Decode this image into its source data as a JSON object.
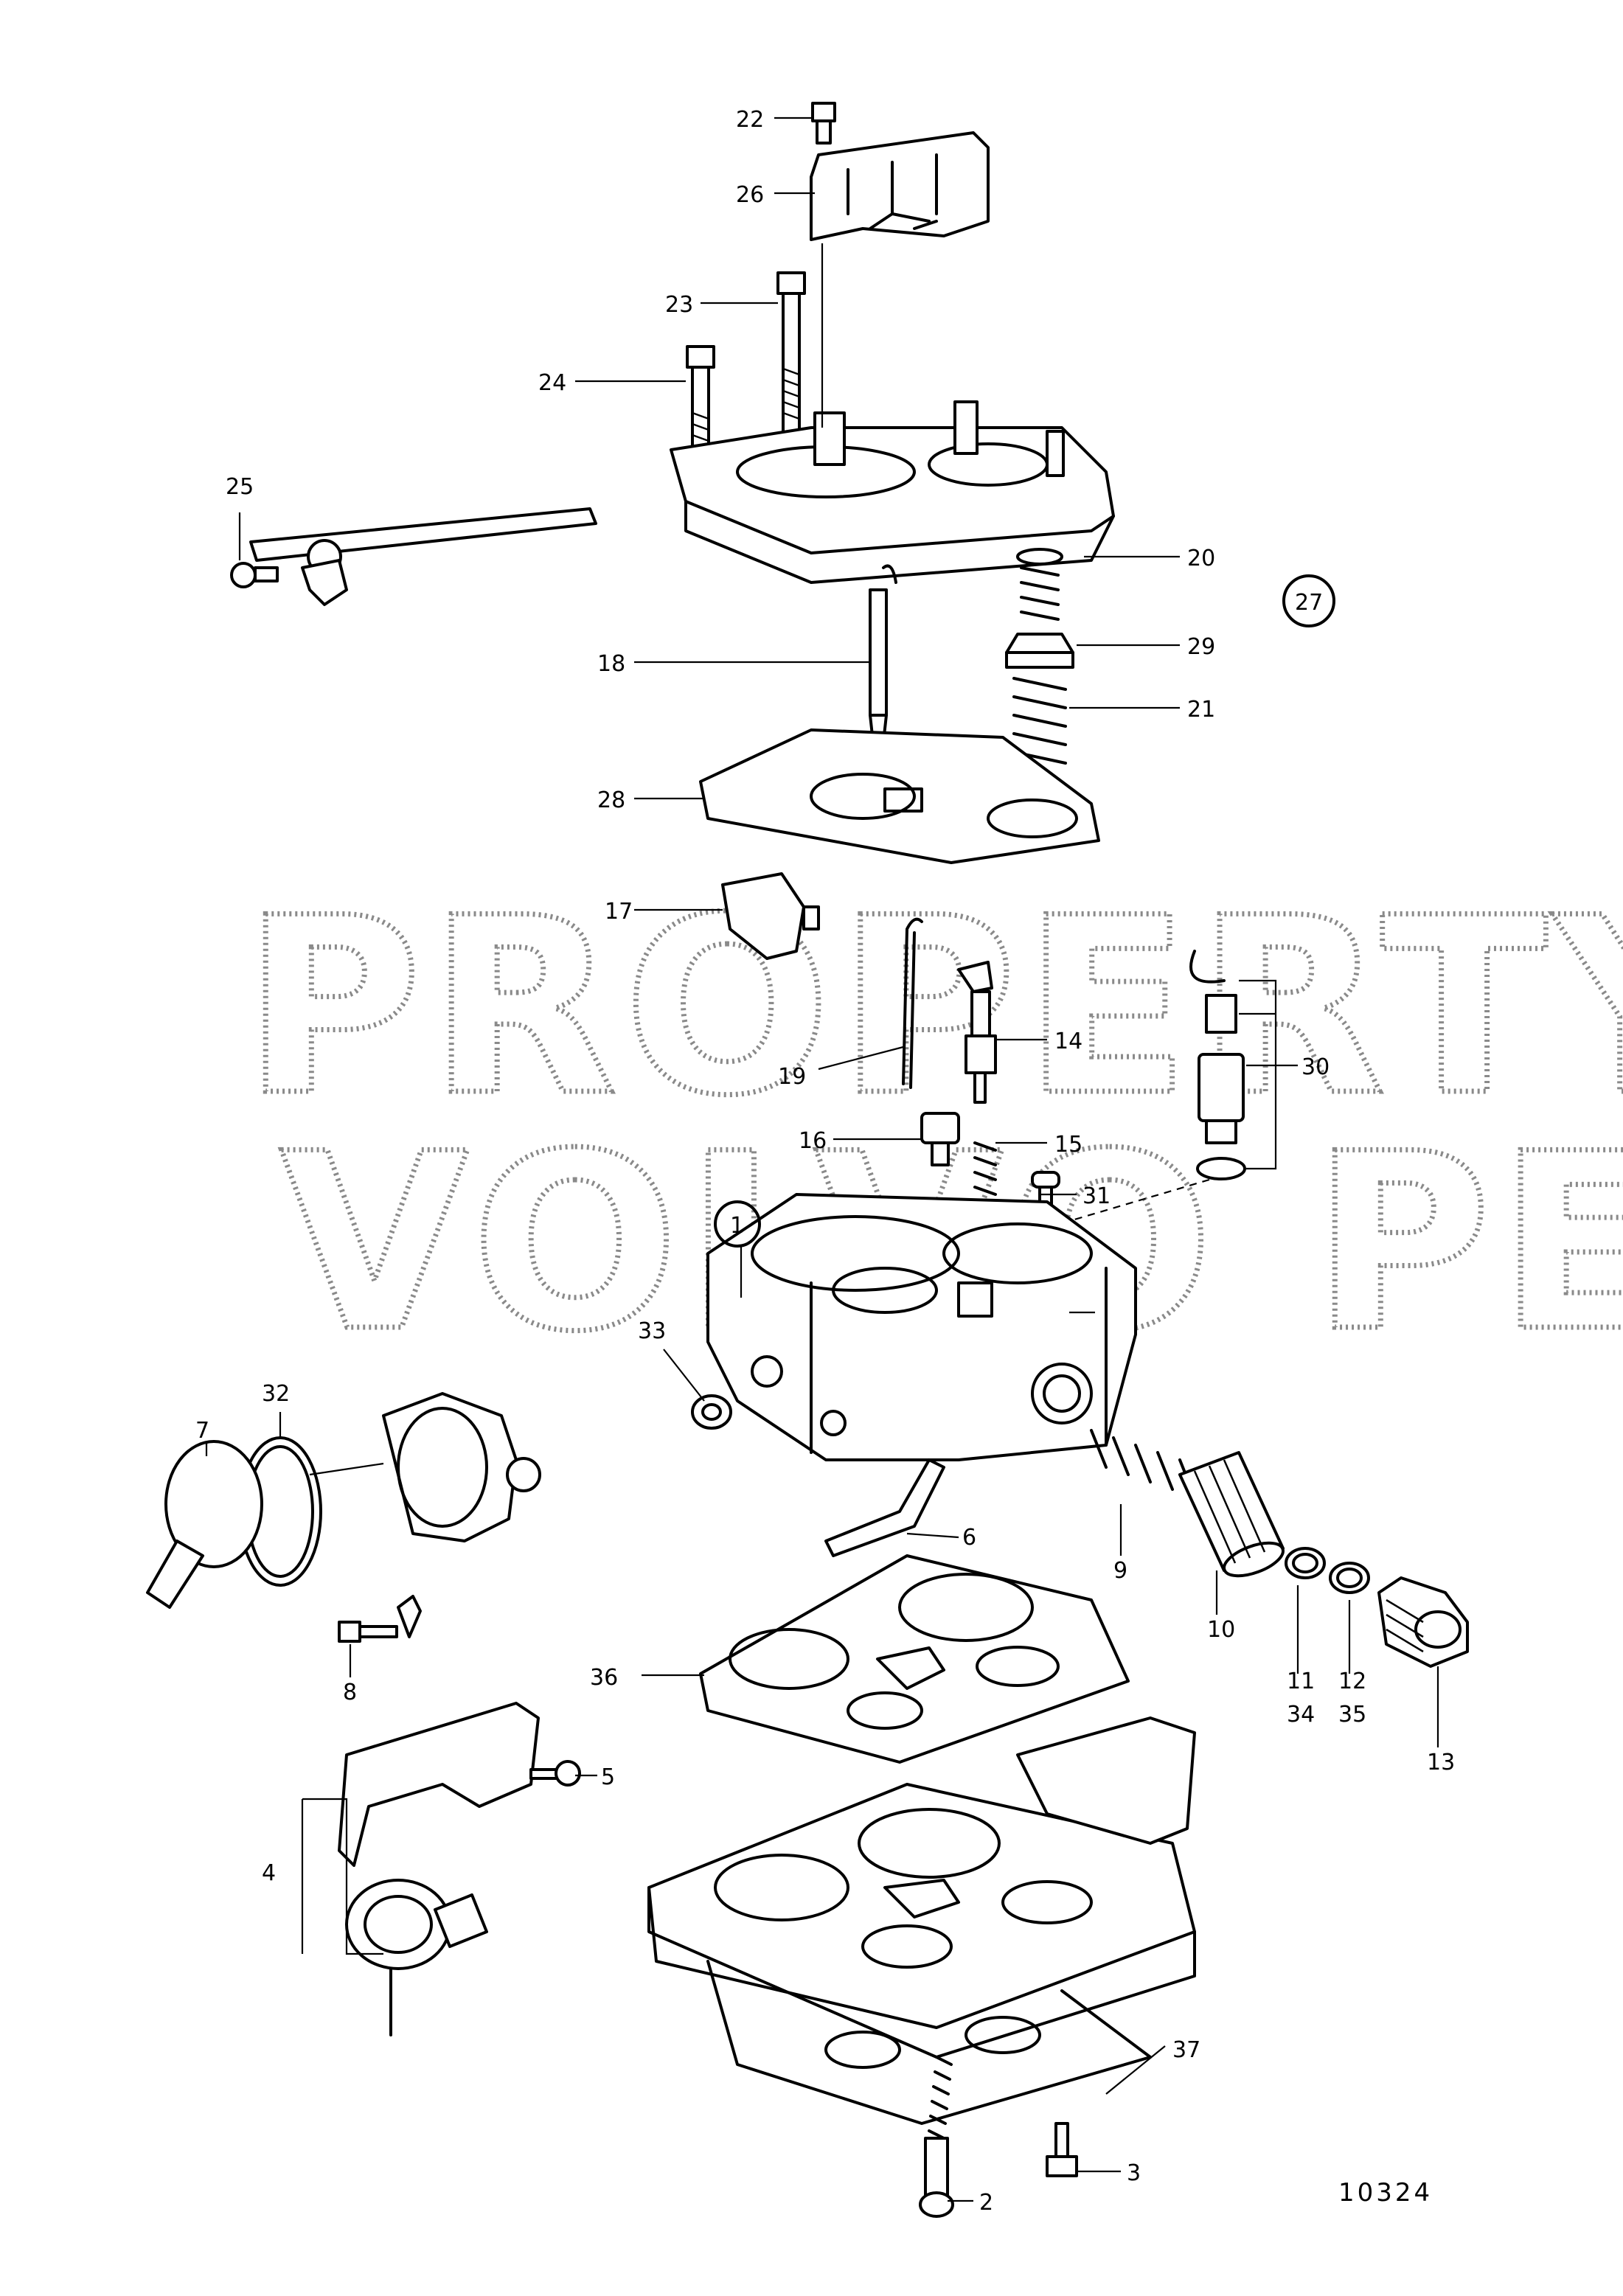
{
  "diagram": {
    "watermark": [
      "PROPERTY OF",
      "VOLVO PENTA"
    ],
    "reference": "10324",
    "callouts": [
      "1",
      "2",
      "3",
      "4",
      "5",
      "6",
      "7",
      "8",
      "9",
      "10",
      "11",
      "12",
      "13",
      "14",
      "15",
      "16",
      "17",
      "18",
      "19",
      "20",
      "21",
      "22",
      "23",
      "24",
      "25",
      "26",
      "27",
      "28",
      "29",
      "30",
      "31",
      "32",
      "33",
      "34",
      "35",
      "36",
      "37"
    ]
  }
}
